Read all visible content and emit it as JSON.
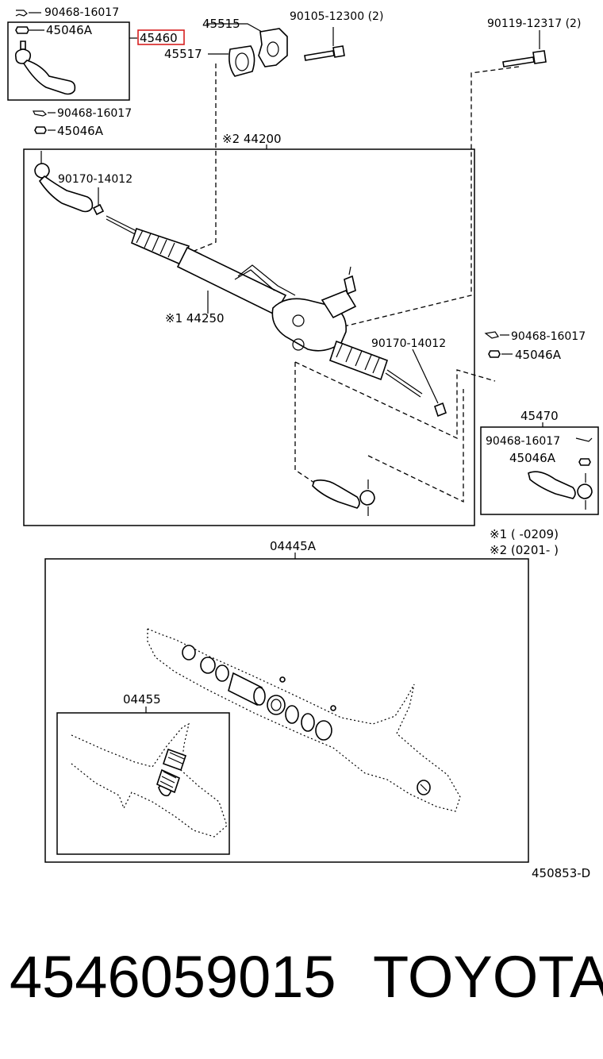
{
  "accent_color": "#d62020",
  "labels": {
    "l_90468_a": "90468-16017",
    "l_45046_a": "45046A",
    "l_45460": "45460",
    "l_45515": "45515",
    "l_45517": "45517",
    "l_90105": "90105-12300 (2)",
    "l_90119": "90119-12317 (2)",
    "l_90468_b": "90468-16017",
    "l_45046_b": "45046A",
    "l_44200": "※2 44200",
    "l_90170_a": "90170-14012",
    "l_44250": "※1 44250",
    "l_90170_b": "90170-14012",
    "l_90468_c": "90468-16017",
    "l_45046_c": "45046A",
    "l_45470": "45470",
    "l_90468_d": "90468-16017",
    "l_45046_d": "45046A",
    "l_note1": "※1 (        -0209)",
    "l_note2": "※2 (0201-        )",
    "l_04445": "04445A",
    "l_04455": "04455",
    "l_code": "450853-D"
  },
  "caption": {
    "part_number": "4546059015",
    "brand": "TOYOTA"
  }
}
